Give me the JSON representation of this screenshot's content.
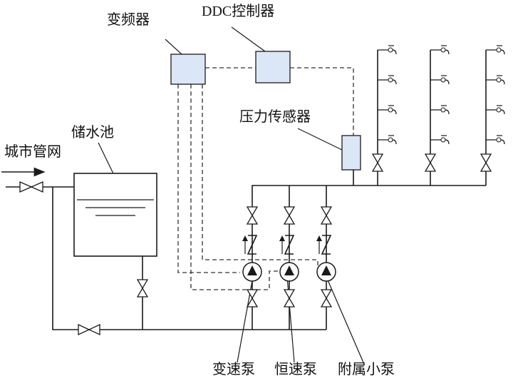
{
  "labels": {
    "inverter": "变频器",
    "ddc_controller": "DDC控制器",
    "pressure_sensor": "压力传感器",
    "reservoir": "储水池",
    "city_main": "城市管网",
    "variable_speed_pump": "变速泵",
    "constant_speed_pump": "恒速泵",
    "auxiliary_small_pump": "附属小泵"
  },
  "icons": {
    "valve": "gate-valve-icon",
    "check_valve": "check-valve-icon",
    "pump": "centrifugal-pump-icon",
    "faucet": "faucet-icon",
    "float_valve": "float-valve-icon"
  },
  "colors": {
    "device_fill": "#dbe7f6",
    "line": "#1a1a1a"
  }
}
